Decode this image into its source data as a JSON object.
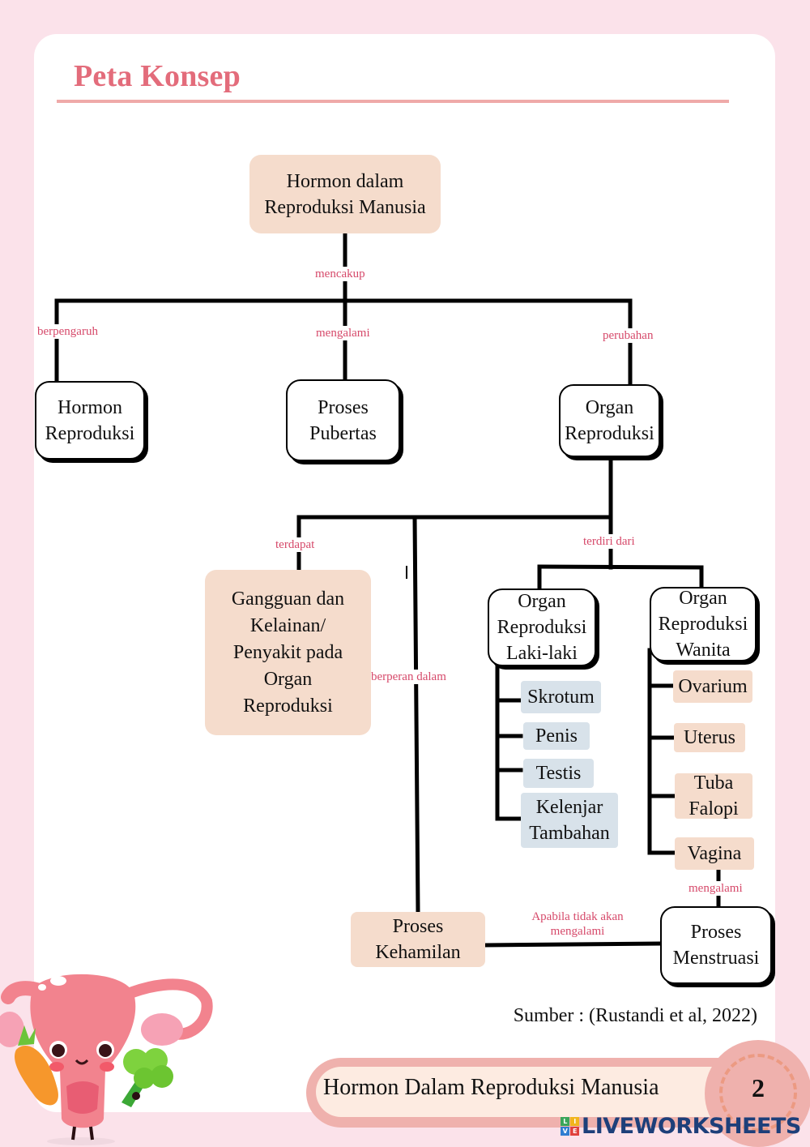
{
  "page": {
    "title": "Peta Konsep",
    "source": "Sumber : (Rustandi et al, 2022)",
    "footer_title": "Hormon Dalam Reproduksi Manusia",
    "page_number": "2",
    "brand": "LIVEWORKSHEETS",
    "brand_logo_letters": [
      "L",
      "I",
      "V",
      "E"
    ]
  },
  "colors": {
    "title": "#e36c7b",
    "link_label": "#d6496a",
    "peach_node": "#f5dccc",
    "blue_node": "#d8e2ea",
    "page_bg": "#fbe2ea",
    "footer_pill": "#efb1ad",
    "brand": "#1d3f7a"
  },
  "nodes": {
    "root": "Hormon dalam Reproduksi Manusia",
    "hormon_reproduksi": "Hormon Reproduksi",
    "proses_pubertas": "Proses Pubertas",
    "organ_reproduksi": "Organ Reproduksi",
    "gangguan": "Gangguan dan Kelainan/ Penyakit pada Organ Reproduksi",
    "organ_laki": "Organ Reproduksi Laki-laki",
    "organ_wanita": "Organ Reproduksi Wanita",
    "proses_kehamilan": "Proses Kehamilan",
    "proses_menstruasi": "Proses Menstruasi",
    "male_parts": [
      "Skrotum",
      "Penis",
      "Testis",
      "Kelenjar Tambahan"
    ],
    "female_parts": [
      "Ovarium",
      "Uterus",
      "Tuba Falopi",
      "Vagina"
    ]
  },
  "links": {
    "mencakup": "mencakup",
    "berpengaruh": "berpengaruh",
    "mengalami": "mengalami",
    "perubahan": "perubahan",
    "terdapat": "terdapat",
    "terdiri_dari": "terdiri dari",
    "berperan_dalam": "berperan dalam",
    "mengalami_2": "mengalami",
    "apabila": "Apabila tidak akan mengalami"
  }
}
